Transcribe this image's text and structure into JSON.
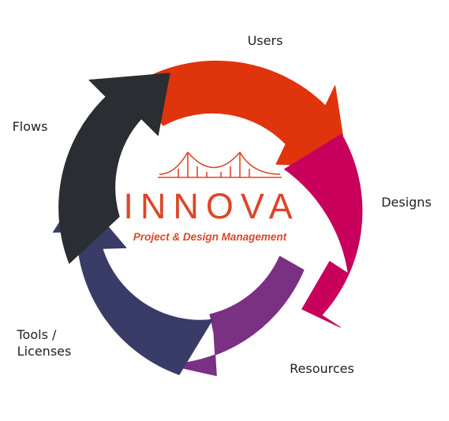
{
  "logo": {
    "name": "INNOVA",
    "tagline": "Project & Design Management",
    "color": "#dd4628"
  },
  "stages": [
    {
      "id": "users",
      "label_lines": [
        "Users"
      ],
      "color": "#e0340d"
    },
    {
      "id": "designs",
      "label_lines": [
        "Designs"
      ],
      "color": "#c8005c"
    },
    {
      "id": "resources",
      "label_lines": [
        "Resources"
      ],
      "color": "#7a3184"
    },
    {
      "id": "tools-licenses",
      "label_lines": [
        "Tools /",
        "Licenses"
      ],
      "color": "#383c67"
    },
    {
      "id": "flows",
      "label_lines": [
        "Flows"
      ],
      "color": "#2a2e33"
    }
  ]
}
